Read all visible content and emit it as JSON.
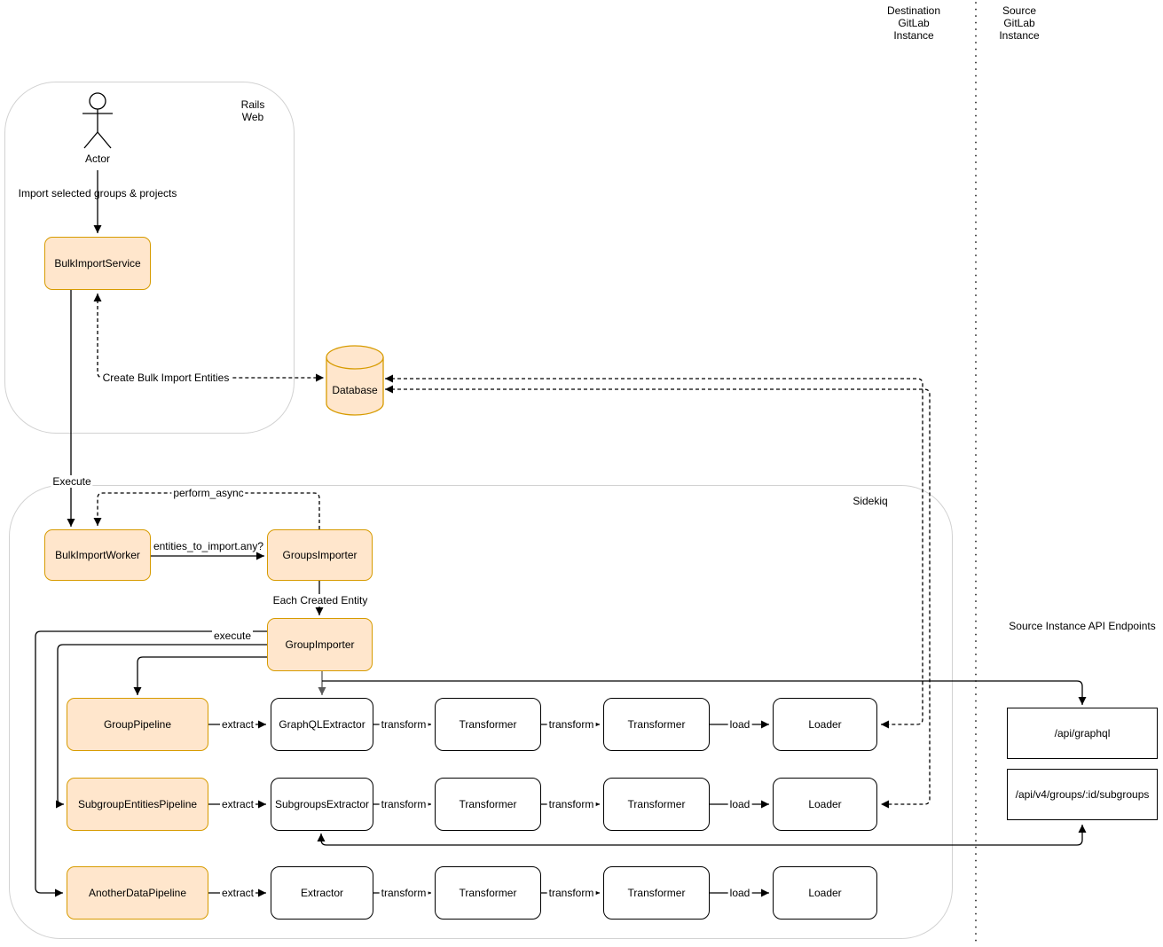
{
  "regions": {
    "destination_label": "Destination GitLab Instance",
    "source_label": "Source GitLab Instance",
    "rails_web_label": "Rails Web",
    "sidekiq_label": "Sidekiq",
    "endpoints_title": "Source Instance API Endpoints"
  },
  "actor_label": "Actor",
  "nodes": {
    "bulk_import_service": "BulkImportService",
    "database": "Database",
    "bulk_import_worker": "BulkImportWorker",
    "groups_importer": "GroupsImporter",
    "group_importer": "GroupImporter"
  },
  "pipelines": [
    {
      "pipeline": "GroupPipeline",
      "extractor": "GraphQLExtractor",
      "transformer1": "Transformer",
      "transformer2": "Transformer",
      "loader": "Loader"
    },
    {
      "pipeline": "SubgroupEntitiesPipeline",
      "extractor": "SubgroupsExtractor",
      "transformer1": "Transformer",
      "transformer2": "Transformer",
      "loader": "Loader"
    },
    {
      "pipeline": "AnotherDataPipeline",
      "extractor": "Extractor",
      "transformer1": "Transformer",
      "transformer2": "Transformer",
      "loader": "Loader"
    }
  ],
  "endpoints": {
    "graphql": "/api/graphql",
    "subgroups": "/api/v4/groups/:id/subgroups"
  },
  "edge_labels": {
    "import_selected": "Import selected groups & projects",
    "create_entities": "Create Bulk Import Entities",
    "execute": "Execute",
    "perform_async": "perform_async",
    "entities_any": "entities_to_import.any?",
    "each_created_entity": "Each Created Entity",
    "execute_pipeline": "execute",
    "extract": "extract",
    "transform": "transform",
    "load": "load"
  },
  "colors": {
    "highlight_fill": "#FFE6CC",
    "highlight_border": "#D79B00",
    "node_border": "#000000",
    "container_border": "#D2D2D2"
  }
}
